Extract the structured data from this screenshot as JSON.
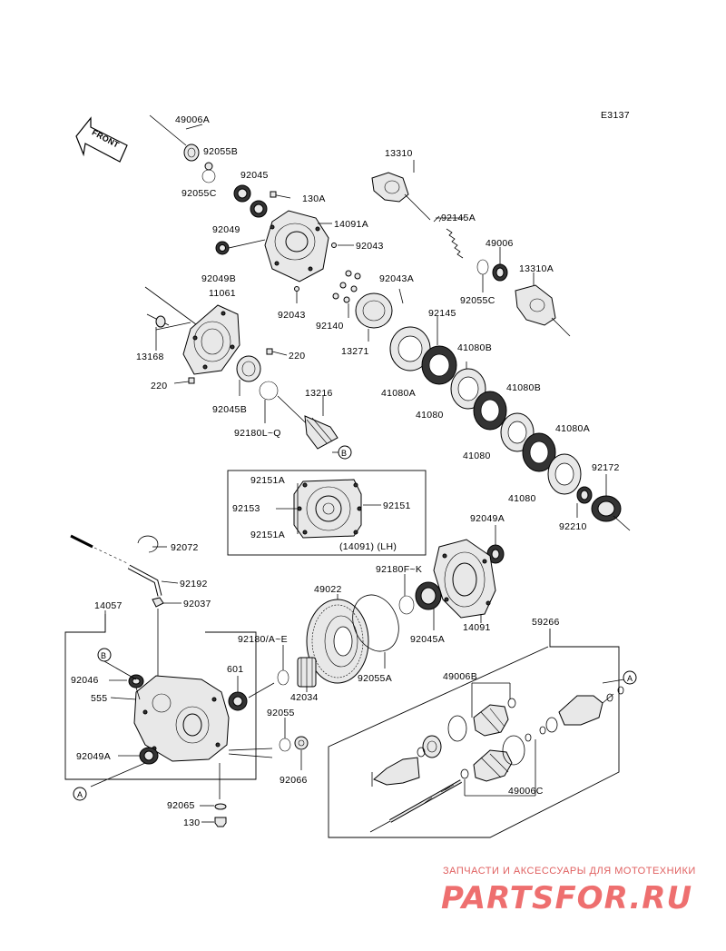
{
  "diagram_code": "E3137",
  "front_label": "FRONT",
  "labels": {
    "l49006A": "49006A",
    "l92055B": "92055B",
    "l92055C_top": "92055C",
    "l92045_top": "92045",
    "l130A": "130A",
    "l92049": "92049",
    "l14091A": "14091A",
    "l92043_right": "92043",
    "l92049B": "92049B",
    "l11061": "11061",
    "l92043_bottom": "92043",
    "l13168": "13168",
    "l220_right": "220",
    "l220_left": "220",
    "l92045B": "92045B",
    "l92180LQ": "92180L~Q",
    "l13216": "13216",
    "l13310": "13310",
    "l92145A": "92145A",
    "l49006": "49006",
    "l92055C_mid": "92055C",
    "l13310A": "13310A",
    "l92043A": "92043A",
    "l92140": "92140",
    "l13271": "13271",
    "l92145": "92145",
    "l41080B_1": "41080B",
    "l41080A_1": "41080A",
    "l41080_1": "41080",
    "l41080B_2": "41080B",
    "l41080_2": "41080",
    "l41080A_2": "41080A",
    "l41080_3": "41080",
    "l92172": "92172",
    "l92210": "92210",
    "l92151A_top": "92151A",
    "l92153": "92153",
    "l92151": "92151",
    "l92151A_bot": "92151A",
    "l14091LH": "(14091)  (LH)",
    "l92072": "92072",
    "l92192": "92192",
    "l92037": "92037",
    "l14057": "14057",
    "l92049A_top": "92049A",
    "l92180FK": "92180F~K",
    "l49022": "49022",
    "l14091": "14091",
    "l92045A": "92045A",
    "l92180AE": "92180/A~E",
    "l601": "601",
    "l92055A": "92055A",
    "l42034": "42034",
    "l59266": "59266",
    "l92046": "92046",
    "l555": "555",
    "l92055_low": "92055",
    "l49006B": "49006B",
    "l92049A_low": "92049A",
    "l92066": "92066",
    "l49006C": "49006C",
    "l92065": "92065",
    "l130": "130"
  },
  "markers": {
    "A": "A",
    "B": "B"
  },
  "watermark": {
    "tagline": "ЗАПЧАСТИ И АКСЕССУАРЫ ДЛЯ МОТОТЕХНИКИ",
    "brand": "PARTSFOR.RU",
    "brand_color": "#ee6f6f"
  }
}
